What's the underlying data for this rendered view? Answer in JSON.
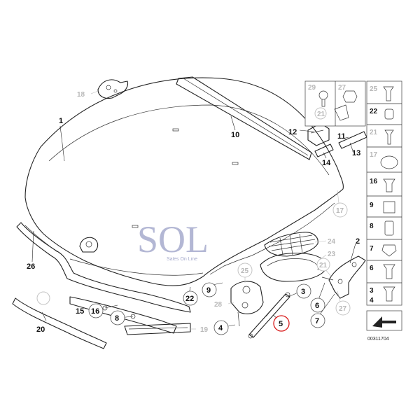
{
  "diagram": {
    "callouts_main": [
      "1",
      "10",
      "12",
      "11",
      "13",
      "14",
      "26",
      "9",
      "22",
      "2",
      "3",
      "6",
      "7",
      "4",
      "5",
      "15",
      "16",
      "8",
      "20"
    ],
    "callouts_grey": [
      "18",
      "17",
      "24",
      "23",
      "25",
      "21",
      "27",
      "28",
      "19"
    ],
    "sidebar": {
      "top_pairs": [
        {
          "left": "29",
          "right": "27"
        }
      ],
      "right_column": [
        "25",
        "22",
        "21",
        "17",
        "16",
        "9",
        "8",
        "7",
        "6",
        "3",
        "4"
      ]
    },
    "highlighted_callout": "5",
    "watermark": {
      "brand": "SOL",
      "subtitle": "Sales On Line"
    },
    "diagram_number": "00311704",
    "colors": {
      "highlight": "#d81818",
      "watermark": "#9a9fc6",
      "grey_callout": "#b8b8b8"
    }
  }
}
